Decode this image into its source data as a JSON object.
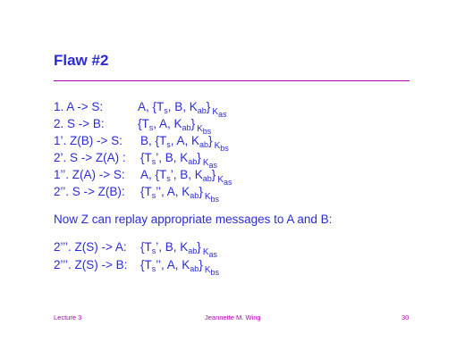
{
  "slide": {
    "title": "Flaw #2",
    "note": "Now Z can replay appropriate messages to A and B:"
  },
  "steps": [
    {
      "step": "1.  A -> S:",
      "pre": "A, {T",
      "s1": "s",
      "mid": ", B, K",
      "s2": "ab",
      "post": "}",
      "key": "K",
      "ksub": "as"
    },
    {
      "step": "2.  S -> B:",
      "pre": "{T",
      "s1": "s",
      "mid": ", A, K",
      "s2": "ab",
      "post": "}",
      "key": "K",
      "ksub": "bs"
    },
    {
      "step": "1’.  Z(B) -> S:",
      "pre": "B, {T",
      "s1": "s",
      "mid": ", A, K",
      "s2": "ab",
      "post": "}",
      "key": "K",
      "ksub": "bs"
    },
    {
      "step": "2’.  S -> Z(A) :",
      "pre": "{T",
      "s1": "s",
      "mid": "’, B, K",
      "s2": "ab",
      "post": "}",
      "key": "K",
      "ksub": "as"
    },
    {
      "step": "1’’.  Z(A) -> S:",
      "pre": "A, {T",
      "s1": "s",
      "mid": "’, B, K",
      "s2": "ab",
      "post": "}",
      "key": "K",
      "ksub": "as"
    },
    {
      "step": "2’’.  S -> Z(B):",
      "pre": "{T",
      "s1": "s",
      "mid": "’’, A, K",
      "s2": "ab",
      "post": "}",
      "key": "K",
      "ksub": "bs"
    }
  ],
  "replays": [
    {
      "step": "2’’’. Z(S) -> A:",
      "pre": "{T",
      "s1": "s",
      "mid": "’, B, K",
      "s2": "ab",
      "post": "}",
      "key": "K",
      "ksub": "as"
    },
    {
      "step": "2’’’. Z(S) -> B:",
      "pre": "{T",
      "s1": "s",
      "mid": "’’, A, K",
      "s2": "ab",
      "post": "}",
      "key": "K",
      "ksub": "bs"
    }
  ],
  "footer": {
    "left": "Lecture 3",
    "center": "Jeannette M. Wing",
    "right": "30"
  }
}
